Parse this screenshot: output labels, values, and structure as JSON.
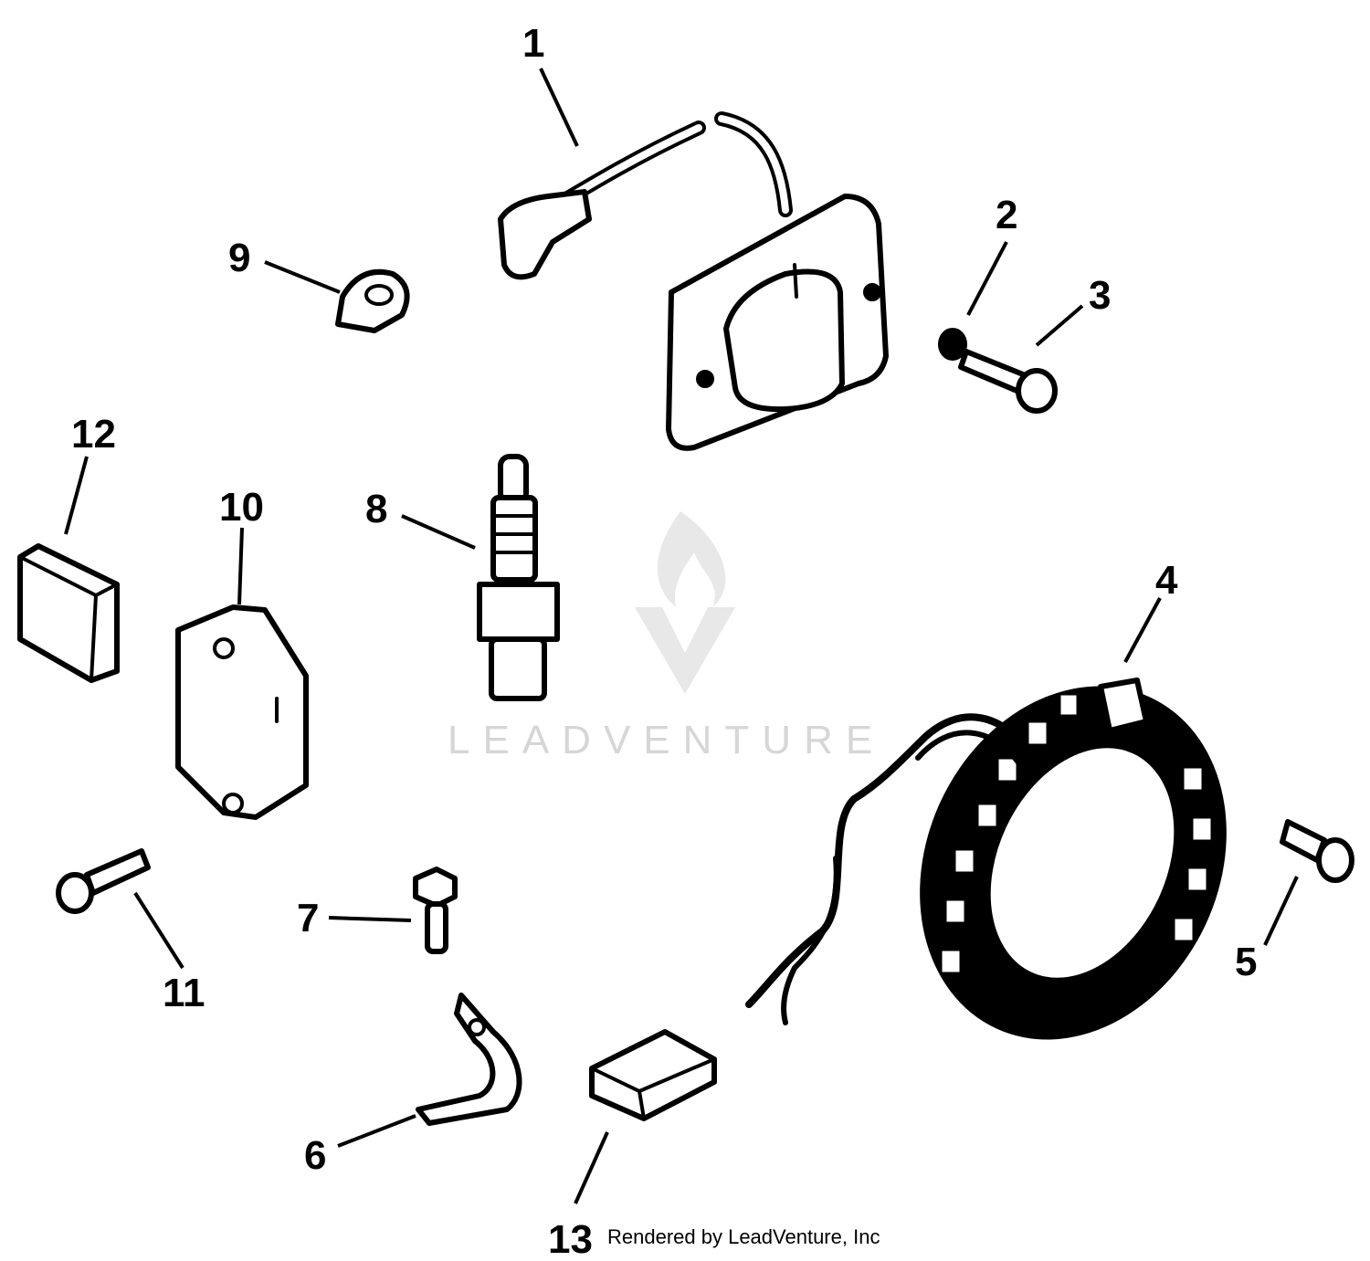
{
  "watermark": {
    "brand": "LEADVENTURE"
  },
  "callouts": [
    {
      "id": "1",
      "label": "1"
    },
    {
      "id": "2",
      "label": "2"
    },
    {
      "id": "3",
      "label": "3"
    },
    {
      "id": "4",
      "label": "4"
    },
    {
      "id": "5",
      "label": "5"
    },
    {
      "id": "6",
      "label": "6"
    },
    {
      "id": "7",
      "label": "7"
    },
    {
      "id": "8",
      "label": "8"
    },
    {
      "id": "9",
      "label": "9"
    },
    {
      "id": "10",
      "label": "10"
    },
    {
      "id": "11",
      "label": "11"
    },
    {
      "id": "12",
      "label": "12"
    },
    {
      "id": "13",
      "label": "13"
    }
  ],
  "credit": {
    "number": "13",
    "text": "Rendered by LeadVenture, Inc"
  },
  "colors": {
    "ink": "#000000",
    "watermark": "#d6d6d6",
    "background": "#ffffff"
  }
}
